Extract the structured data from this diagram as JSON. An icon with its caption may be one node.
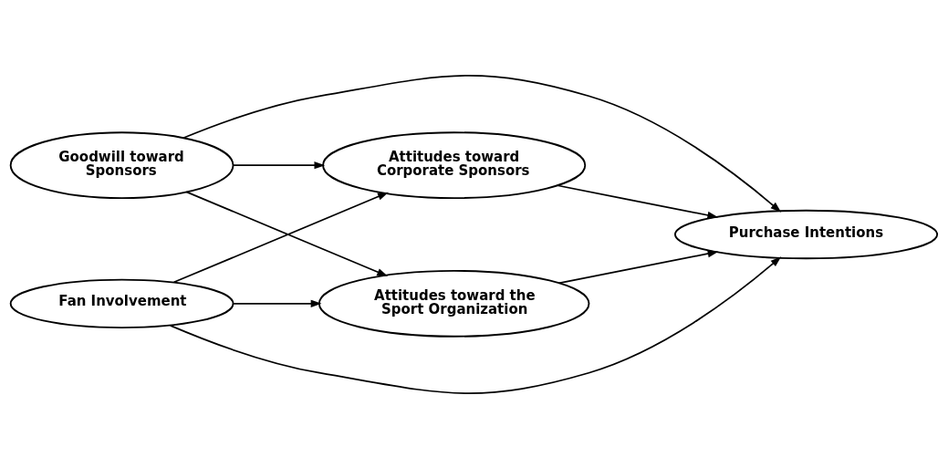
{
  "diagram": {
    "nodes": [
      {
        "text": [
          "Goodwill toward Sponsors"
        ]
      },
      {
        "text": [
          "Fan Involvement"
        ]
      },
      {
        "text": [
          "Attitudes toward Corporate Sponsors"
        ]
      },
      {
        "text": [
          "Attitudes toward the Sport Organization"
        ]
      },
      {
        "text": [
          "Purchase Intentions"
        ]
      }
    ],
    "edges": [
      {
        "from": 0,
        "to": 2,
        "arrow": "to"
      },
      {
        "from": 0,
        "to": 4,
        "arrow": "to"
      },
      {
        "from": 0,
        "to": 3,
        "arrow": "to"
      },
      {
        "from": 1,
        "to": 2,
        "arrow": "to"
      },
      {
        "from": 1,
        "to": 4,
        "arrow": "to"
      },
      {
        "from": 1,
        "to": 3,
        "arrow": "to"
      },
      {
        "from": 2,
        "to": 4,
        "arrow": "to"
      },
      {
        "from": 3,
        "to": 4,
        "arrow": "to"
      }
    ]
  }
}
